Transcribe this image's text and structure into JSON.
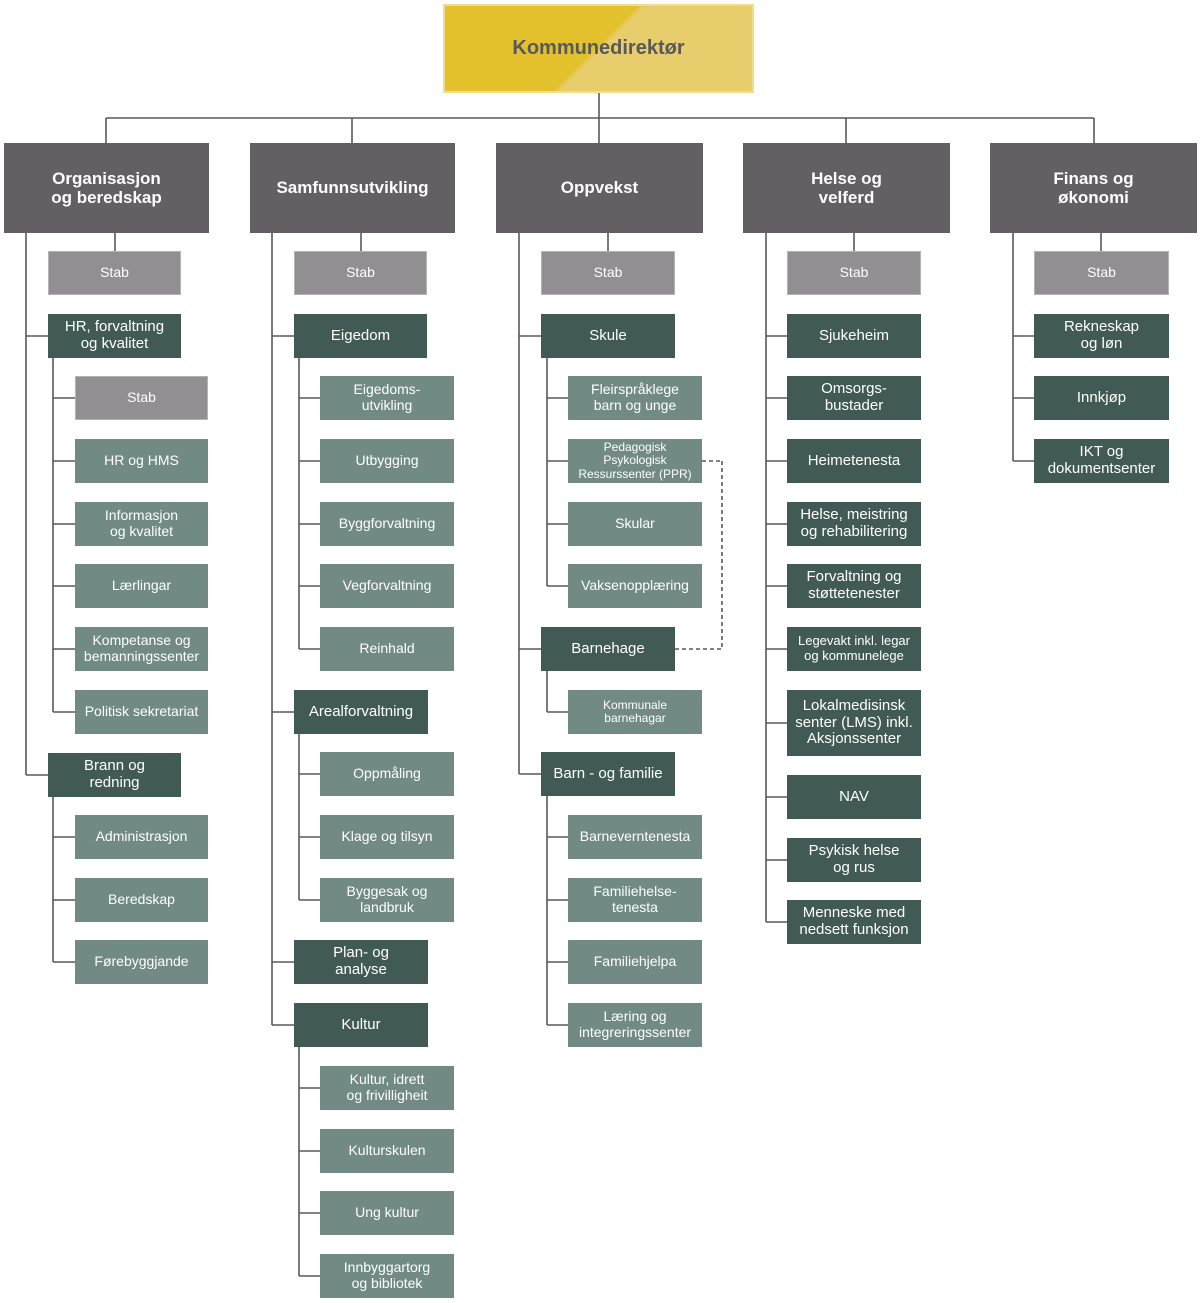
{
  "top": {
    "label": "Kommunedirektør"
  },
  "heads": [
    {
      "label": "Organisasjon\nog beredskap"
    },
    {
      "label": "Samfunnsutvikling"
    },
    {
      "label": "Oppvekst"
    },
    {
      "label": "Helse og\nvelferd"
    },
    {
      "label": "Finans og\nøkonomi"
    }
  ],
  "staffs": [
    {
      "label": "Stab"
    },
    {
      "label": "Stab"
    },
    {
      "label": "Stab"
    },
    {
      "label": "Stab"
    },
    {
      "label": "Stab"
    },
    {
      "label": "Stab"
    }
  ],
  "organisasjon": {
    "hr": {
      "label": "HR, forvaltning\nog kvalitet"
    },
    "hr_units": [
      {
        "label": "HR og HMS"
      },
      {
        "label": "Informasjon\nog kvalitet"
      },
      {
        "label": "Lærlingar"
      },
      {
        "label": "Kompetanse og\nbemanningssenter"
      },
      {
        "label": "Politisk sekretariat"
      }
    ],
    "brann": {
      "label": "Brann og\nredning"
    },
    "brann_units": [
      {
        "label": "Administrasjon"
      },
      {
        "label": "Beredskap"
      },
      {
        "label": "Førebyggjande"
      }
    ]
  },
  "samfunn": {
    "eigedom": {
      "label": "Eigedom"
    },
    "eigedom_units": [
      {
        "label": "Eigedoms-\nutvikling"
      },
      {
        "label": "Utbygging"
      },
      {
        "label": "Byggforvaltning"
      },
      {
        "label": "Vegforvaltning"
      },
      {
        "label": "Reinhald"
      }
    ],
    "areal": {
      "label": "Arealforvaltning"
    },
    "areal_units": [
      {
        "label": "Oppmåling"
      },
      {
        "label": "Klage og tilsyn"
      },
      {
        "label": "Byggesak og\nlandbruk"
      }
    ],
    "plan": {
      "label": "Plan- og\nanalyse"
    },
    "kultur": {
      "label": "Kultur"
    },
    "kultur_units": [
      {
        "label": "Kultur, idrett\nog frivilligheit"
      },
      {
        "label": "Kulturskulen"
      },
      {
        "label": "Ung kultur"
      },
      {
        "label": "Innbyggartorg\nog bibliotek"
      }
    ]
  },
  "oppvekst": {
    "skule": {
      "label": "Skule"
    },
    "skule_units": [
      {
        "label": "Fleirspråklege\nbarn og unge"
      },
      {
        "label": "Pedagogisk\nPsykologisk\nRessurssenter (PPR)"
      },
      {
        "label": "Skular"
      },
      {
        "label": "Vaksenopplæring"
      }
    ],
    "barnehage": {
      "label": "Barnehage"
    },
    "barnehage_units": [
      {
        "label": "Kommunale\nbarnehagar"
      }
    ],
    "barn": {
      "label": "Barn - og familie"
    },
    "barn_units": [
      {
        "label": "Barneverntenesta"
      },
      {
        "label": "Familiehelse-\ntenesta"
      },
      {
        "label": "Familiehjelpa"
      },
      {
        "label": "Læring og\nintegreringssenter"
      }
    ]
  },
  "helse": {
    "depts": [
      {
        "label": "Sjukeheim"
      },
      {
        "label": "Omsorgs-\nbustader"
      },
      {
        "label": "Heimetenesta"
      },
      {
        "label": "Helse, meistring\nog rehabilitering"
      },
      {
        "label": "Forvaltning og\nstøttetenester"
      },
      {
        "label": "Legevakt inkl. legar\nog kommunelege"
      },
      {
        "label": "Lokalmedisinsk\nsenter (LMS) inkl.\nAksjonssenter"
      },
      {
        "label": "NAV"
      },
      {
        "label": "Psykisk helse\nog rus"
      },
      {
        "label": "Menneske med\nnedsett funksjon"
      }
    ]
  },
  "finans": {
    "depts": [
      {
        "label": "Rekneskap\nog løn"
      },
      {
        "label": "Innkjøp"
      },
      {
        "label": "IKT og\ndokumentsenter"
      }
    ]
  },
  "colors": {
    "top": "#e3c12d",
    "head": "#626063",
    "stab": "#918f92",
    "dept": "#415a55",
    "unit": "#718a83",
    "line": "#59595b"
  }
}
